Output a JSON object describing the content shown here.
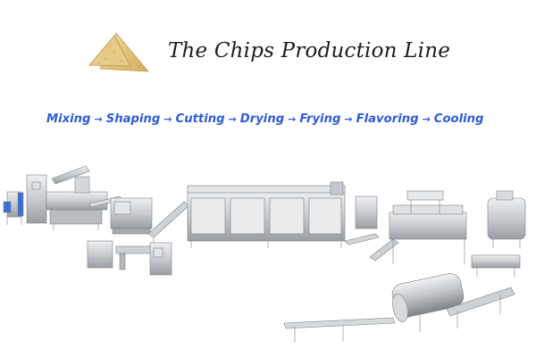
{
  "title": "The Chips Production Line",
  "process_steps": [
    "Mixing",
    "Shaping",
    "Cutting",
    "Drying",
    "Frying",
    "Flavoring",
    "Cooling"
  ],
  "arrow_glyph": "→",
  "colors": {
    "text": "#1c1c1c",
    "steps": "#2f5bd8",
    "chip": "#e2c57c",
    "chip_shade": "#c8a457",
    "steel": "#c9ccd0",
    "steel_dark": "#8e9297",
    "steel_light": "#e6e8ea",
    "accent": "#3a6fd6"
  },
  "icons": {
    "logo": "tortilla-chips-icon",
    "machinery": "production-line-machines"
  }
}
